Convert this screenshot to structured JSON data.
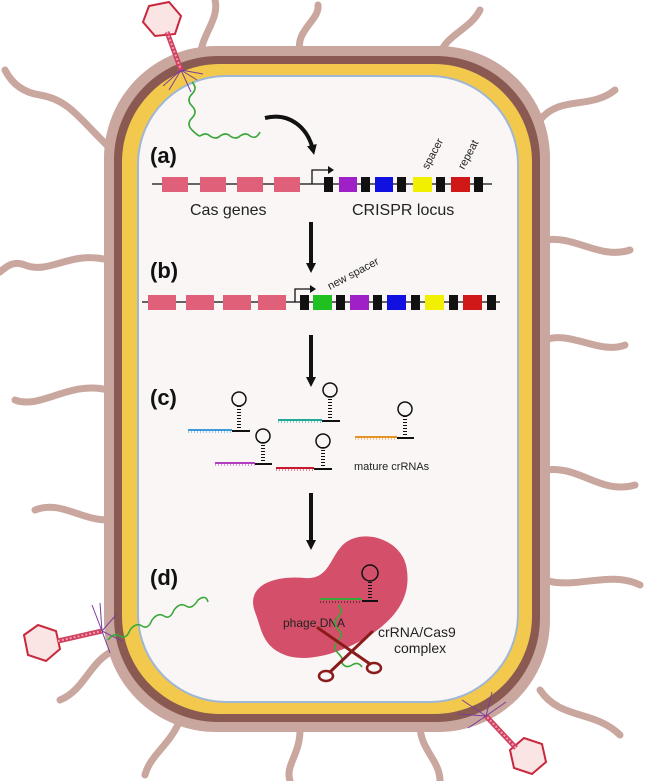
{
  "steps": {
    "a": "(a)",
    "b": "(b)",
    "c": "(c)",
    "d": "(d)"
  },
  "labels": {
    "cas_genes": "Cas genes",
    "crispr_locus": "CRISPR locus",
    "spacer": "spacer",
    "repeat": "repeat",
    "new_spacer": "new spacer",
    "mature_crrnas": "mature crRNAs",
    "phage_dna": "phage DNA",
    "complex_line1": "crRNA/Cas9",
    "complex_line2": "complex"
  },
  "colors": {
    "cas_gene": "#e0607a",
    "repeat_block": "#111111",
    "spacer_purple": "#a020c8",
    "spacer_blue": "#1010e0",
    "spacer_yellow": "#f0f000",
    "spacer_red": "#d01818",
    "spacer_green": "#20c020",
    "membrane_outer": "#8a5a52",
    "membrane_middle": "#f2c94c",
    "cell_inner": "#fbf6f6",
    "cytoplasm_body": "#c9a69e",
    "cas9_protein": "#d4506a",
    "phage_dna": "#3aa838"
  },
  "icons": [
    "bacteriophage-icon",
    "promoter-arrow-icon",
    "scissors-icon",
    "hairpin-rna-icon"
  ]
}
